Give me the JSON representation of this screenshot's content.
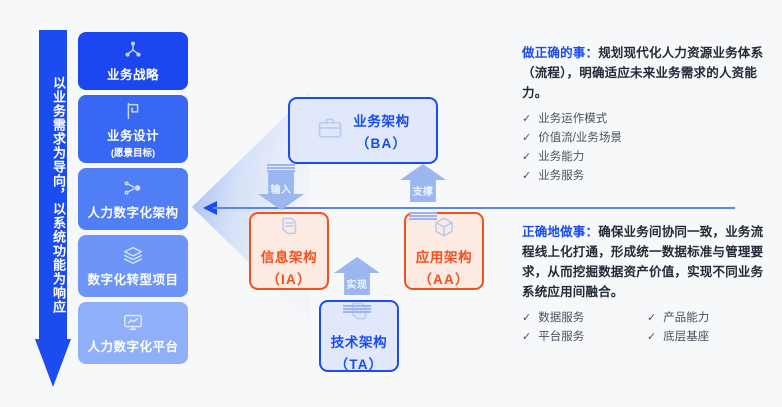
{
  "left_axis": {
    "label": "以业务需求为导向，以系统功能为响应",
    "color": "#1a4cf0"
  },
  "left_stack": {
    "items": [
      {
        "title": "业务战略",
        "sub": "",
        "icon": "share-nodes-icon",
        "color": "#1c46ef"
      },
      {
        "title": "业务设计",
        "sub": "(愿景目标)",
        "icon": "flag-icon",
        "color": "#3767f3"
      },
      {
        "title": "人力数字化架构",
        "sub": "",
        "icon": "sitemap-icon",
        "color": "#4f7ef5"
      },
      {
        "title": "数字化转型项目",
        "sub": "",
        "icon": "layers-icon",
        "color": "#6c95f7"
      },
      {
        "title": "人力数字化平台",
        "sub": "",
        "icon": "monitor-chart-icon",
        "color": "#8fb0f9"
      }
    ]
  },
  "architecture": {
    "boxes": [
      {
        "key": "ba",
        "title": "业务架构",
        "code": "（BA）",
        "icon": "briefcase-icon",
        "style": "blue",
        "border": "#1a4cf0",
        "fill": "#e1e8fb"
      },
      {
        "key": "ia",
        "title": "信息架构",
        "code": "（IA）",
        "icon": "document-icon",
        "style": "orange",
        "border": "#f4501e",
        "fill": "#fdeae2"
      },
      {
        "key": "aa",
        "title": "应用架构",
        "code": "（AA）",
        "icon": "cube-icon",
        "style": "orange",
        "border": "#f4501e",
        "fill": "#fdeae2"
      },
      {
        "key": "ta",
        "title": "技术架构",
        "code": "（TA）",
        "icon": "code-file-icon",
        "style": "blue",
        "border": "#1a4cf0",
        "fill": "#e1e8fb"
      }
    ],
    "arrows": [
      {
        "key": "input",
        "label": "输入",
        "direction": "down"
      },
      {
        "key": "support",
        "label": "支撑",
        "direction": "up"
      },
      {
        "key": "realize",
        "label": "实现",
        "direction": "up"
      }
    ]
  },
  "panels": [
    {
      "key": "do-right-things",
      "lead": "做正确的事：",
      "body": "规划现代化人力资源业务体系（流程），明确适应未来业务需求的人资能力。",
      "columns": 1,
      "bullets": [
        "业务运作模式",
        "价值流/业务场景",
        "业务能力",
        "业务服务"
      ]
    },
    {
      "key": "do-things-right",
      "lead": "正确地做事：",
      "body": "确保业务间协同一致，业务流程线上化打通，形成统一数据标准与管理要求，从而挖掘数据资产价值，实现不同业务系统应用间融合。",
      "columns": 2,
      "bullets": [
        "数据服务",
        "产品能力",
        "平台服务",
        "底层基座"
      ]
    }
  ],
  "icons": {
    "check": "✓"
  }
}
